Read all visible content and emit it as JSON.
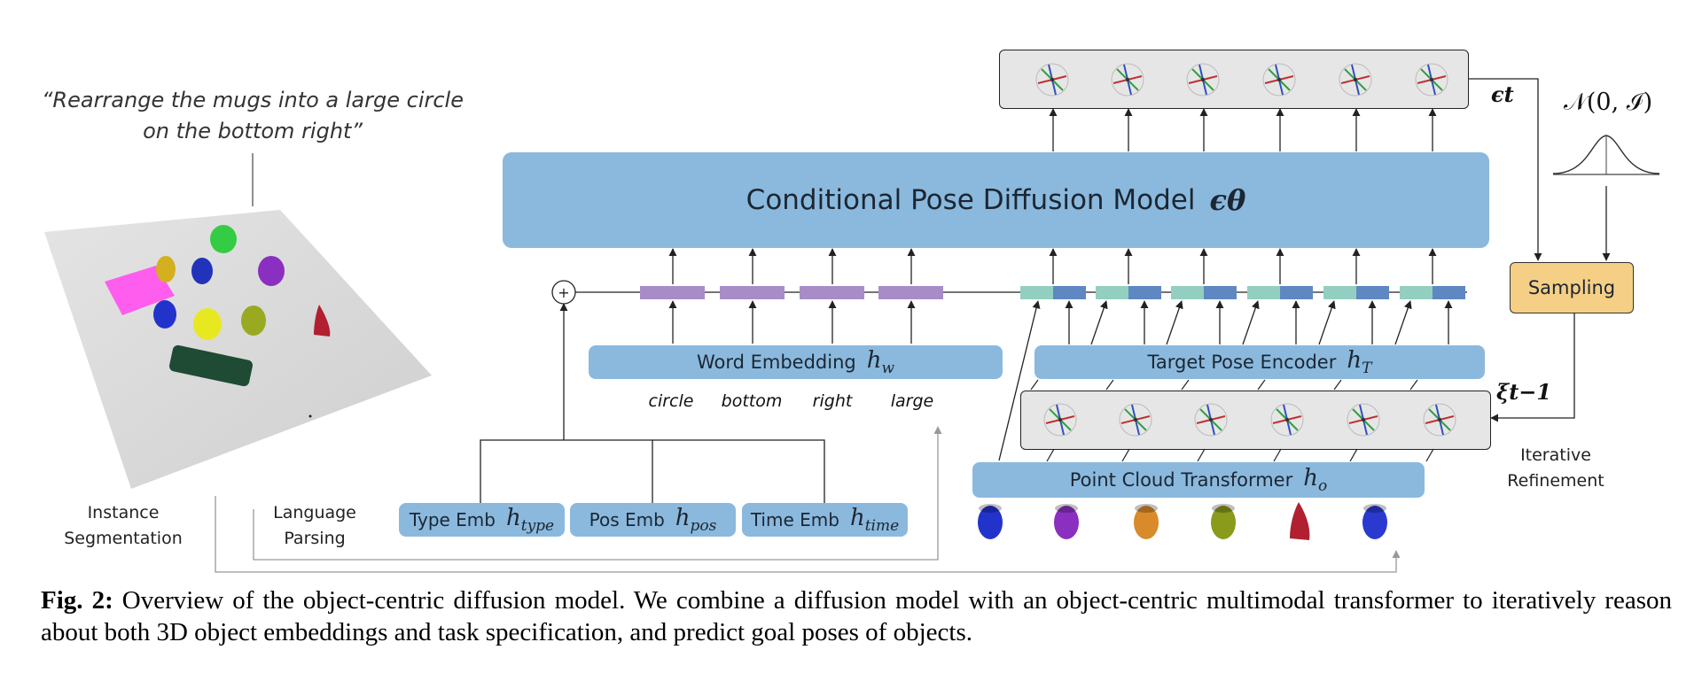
{
  "instruction": "“Rearrange the mugs into a large circle on the bottom right”",
  "left_labels": {
    "instance_segmentation": "Instance Segmentation",
    "language_parsing": "Language Parsing"
  },
  "diffusion_model": {
    "label": "Conditional Pose Diffusion Model",
    "symbol": "ϵθ"
  },
  "word_embedding": {
    "label": "Word Embedding",
    "symbol": "h",
    "sub": "w"
  },
  "target_pose_encoder": {
    "label": "Target Pose Encoder",
    "symbol": "h",
    "sub": "T"
  },
  "point_cloud_transformer": {
    "label": "Point Cloud Transformer",
    "symbol": "h",
    "sub": "o"
  },
  "embeddings": {
    "type": {
      "label": "Type Emb",
      "symbol": "h",
      "sub": "type"
    },
    "pos": {
      "label": "Pos Emb",
      "symbol": "h",
      "sub": "pos"
    },
    "time": {
      "label": "Time Emb",
      "symbol": "h",
      "sub": "time"
    }
  },
  "words": [
    "circle",
    "bottom",
    "right",
    "large"
  ],
  "sampling": "Sampling",
  "iterative_refinement": "Iterative Refinement",
  "noise_symbol": "ϵt",
  "xi_symbol": "ξt−1",
  "normal_dist": "𝒩(0, ℐ)",
  "caption": {
    "label": "Fig. 2:",
    "text": " Overview of the object-centric diffusion model. We combine a diffusion model with an object-centric multimodal transformer to iteratively reason about both 3D object embeddings and task specification, and predict goal poses of objects."
  },
  "colors": {
    "box_blue": "#8ab9dd",
    "sampling_orange": "#f5cf86",
    "word_token_purple": "#a88cc8",
    "pose_token_teal": "#93cfc0",
    "pose_token_blue": "#5f87c2"
  },
  "objects": [
    {
      "name": "blue-mug",
      "color": "#2233cc"
    },
    {
      "name": "purple-mug",
      "color": "#8a2fc0"
    },
    {
      "name": "multicolor-mug",
      "color": "#d98a2a"
    },
    {
      "name": "olive-mug",
      "color": "#8a9a1a"
    },
    {
      "name": "red-mug",
      "color": "#b02030"
    },
    {
      "name": "blue-mug-2",
      "color": "#2a3ad0"
    }
  ]
}
